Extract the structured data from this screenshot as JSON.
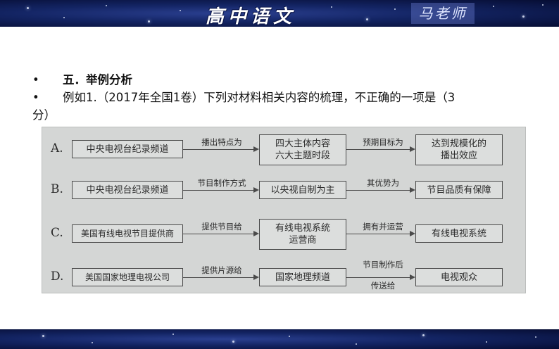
{
  "header": {
    "title": "高中语文",
    "teacher": "马老师"
  },
  "content": {
    "bullet": "•",
    "line1": "五．举例分析",
    "line2a": "例如1.（2017年全国1卷）下列对材料相关内容的梳理，不正确的一项是（3",
    "line2b": "分）"
  },
  "figure": {
    "rows": [
      {
        "letter": "A.",
        "box1": "中央电视台纪录频道",
        "label1": "播出特点为",
        "box2a": "四大主体内容",
        "box2b": "六大主题时段",
        "label2": "预期目标为",
        "box3a": "达到规模化的",
        "box3b": "播出效应"
      },
      {
        "letter": "B.",
        "box1": "中央电视台纪录频道",
        "label1": "节目制作方式",
        "box2a": "以央视自制为主",
        "label2": "其优势为",
        "box3a": "节目品质有保障"
      },
      {
        "letter": "C.",
        "box1": "美国有线电视节目提供商",
        "label1": "提供节目给",
        "box2a": "有线电视系统",
        "box2b": "运营商",
        "label2": "拥有并运营",
        "box3a": "有线电视系统"
      },
      {
        "letter": "D.",
        "box1": "美国国家地理电视公司",
        "label1": "提供片源给",
        "box2a": "国家地理频道",
        "label2a": "节目制作后",
        "label2b": "传送给",
        "box3a": "电视观众"
      }
    ]
  }
}
